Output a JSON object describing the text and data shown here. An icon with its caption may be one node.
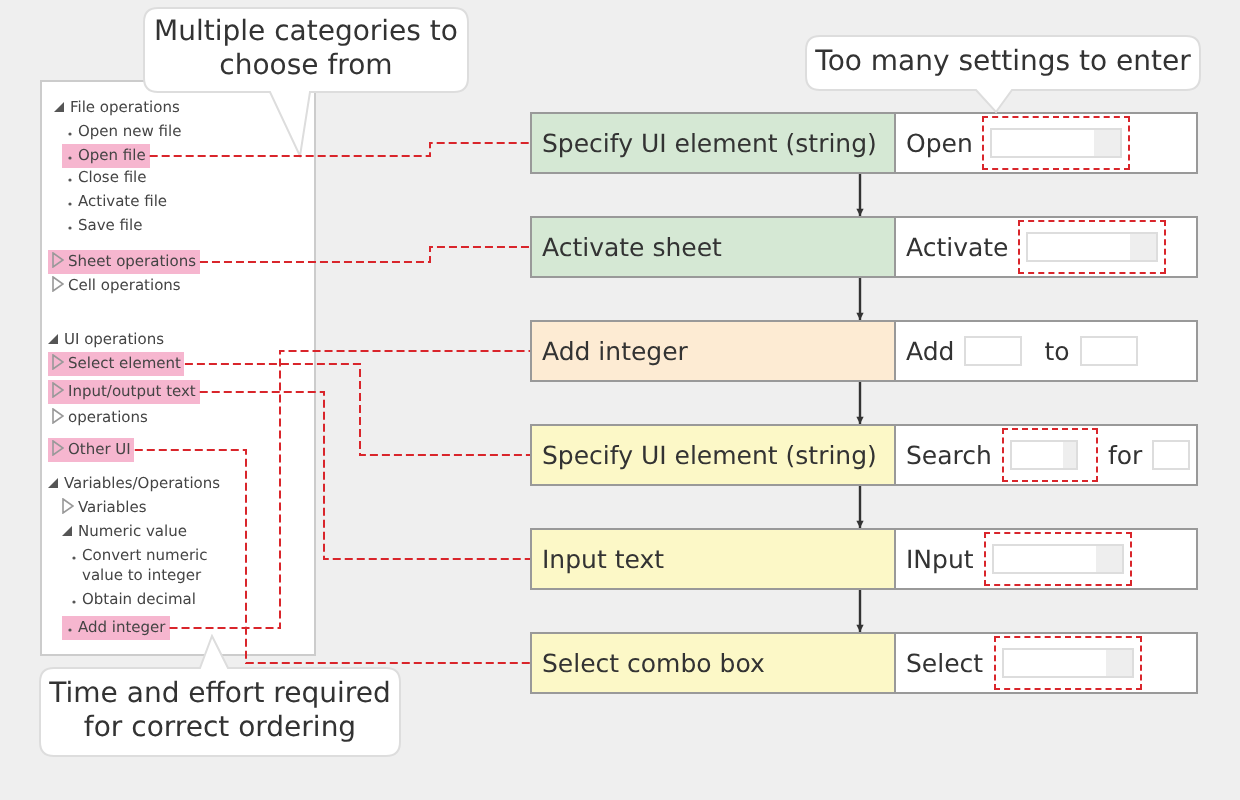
{
  "diagram": {
    "nodes": [
      {
        "text": [],
        "shape": "box"
      },
      {
        "text": [
          "Open file"
        ],
        "in": 0
      },
      {
        "text": [
          "Sheet operations"
        ],
        "in": 0
      },
      {
        "text": [
          "Select element"
        ],
        "in": 0
      },
      {
        "text": [
          "Input/output text"
        ],
        "in": 0
      },
      {
        "text": [
          "Other UI"
        ],
        "in": 0
      },
      {
        "text": [
          "Add integer"
        ],
        "in": 0
      },
      {
        "text": [
          "Specify UI element (string)",
          "Open"
        ]
      },
      {
        "text": [
          "Activate sheet",
          "Activate"
        ]
      },
      {
        "text": [
          "Add integer",
          "Add",
          "to"
        ]
      },
      {
        "text": [
          "Specify UI element (string)",
          "Search",
          "for"
        ]
      },
      {
        "text": [
          "Input text",
          "INput"
        ]
      },
      {
        "text": [
          "Select combo box",
          "Select"
        ]
      }
    ],
    "edges": [
      {
        "from": 1,
        "to": 7,
        "arrow": "none",
        "style": "dashed",
        "color": "#d9252b"
      },
      {
        "from": 2,
        "to": 8,
        "arrow": "none",
        "style": "dashed",
        "color": "#d9252b"
      },
      {
        "from": 3,
        "to": 10,
        "arrow": "none",
        "style": "dashed",
        "color": "#d9252b"
      },
      {
        "from": 4,
        "to": 11,
        "arrow": "none",
        "style": "dashed",
        "color": "#d9252b"
      },
      {
        "from": 5,
        "to": 12,
        "arrow": "none",
        "style": "dashed",
        "color": "#d9252b"
      },
      {
        "from": 6,
        "to": 9,
        "arrow": "none",
        "style": "dashed",
        "color": "#d9252b"
      },
      {
        "from": 7,
        "to": 8,
        "arrow": "to",
        "color": "#333333"
      },
      {
        "from": 8,
        "to": 9,
        "arrow": "to",
        "color": "#333333"
      },
      {
        "from": 9,
        "to": 10,
        "arrow": "to",
        "color": "#333333"
      },
      {
        "from": 10,
        "to": 11,
        "arrow": "to",
        "color": "#333333"
      },
      {
        "from": 11,
        "to": 12,
        "arrow": "to",
        "color": "#333333"
      }
    ],
    "labels": [
      "Multiple categories to choose from",
      "Too many settings to enter",
      "File operations",
      "Open new file",
      "Close file",
      "Activate file",
      "Save file",
      "Cell operations",
      "UI operations",
      "operations",
      "Variables/Operations",
      "Variables",
      "Numeric value",
      "Convert numeric value to integer",
      "Obtain decimal",
      "Time and effort required for correct ordering"
    ]
  }
}
